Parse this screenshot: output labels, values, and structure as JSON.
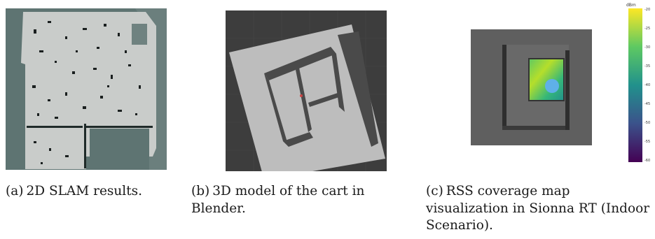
{
  "figures": [
    {
      "label": "(a)",
      "caption": "2D SLAM results.",
      "image": "2d-slam-occupancy-map"
    },
    {
      "label": "(b)",
      "caption": "3D model of the cart in Blender.",
      "image": "blender-3d-model"
    },
    {
      "label": "(c)",
      "caption": "RSS coverage map visualization in Sionna RT (Indoor Scenario).",
      "image": "rss-coverage-map"
    }
  ],
  "colorbar": {
    "unit": "dBm",
    "ticks": [
      "-20",
      "-25",
      "-30",
      "-35",
      "-40",
      "-45",
      "-50",
      "-55",
      "-60"
    ],
    "colors": [
      "#fde725",
      "#5ec962",
      "#21918c",
      "#3b528b",
      "#440154"
    ]
  },
  "colors": {
    "slam_free": "#c9ccca",
    "slam_unknown": "#5e7472",
    "blender_bg": "#3d3d3d",
    "model_floor": "#bdbdbd",
    "sionna_bg": "#5f5f5f"
  }
}
